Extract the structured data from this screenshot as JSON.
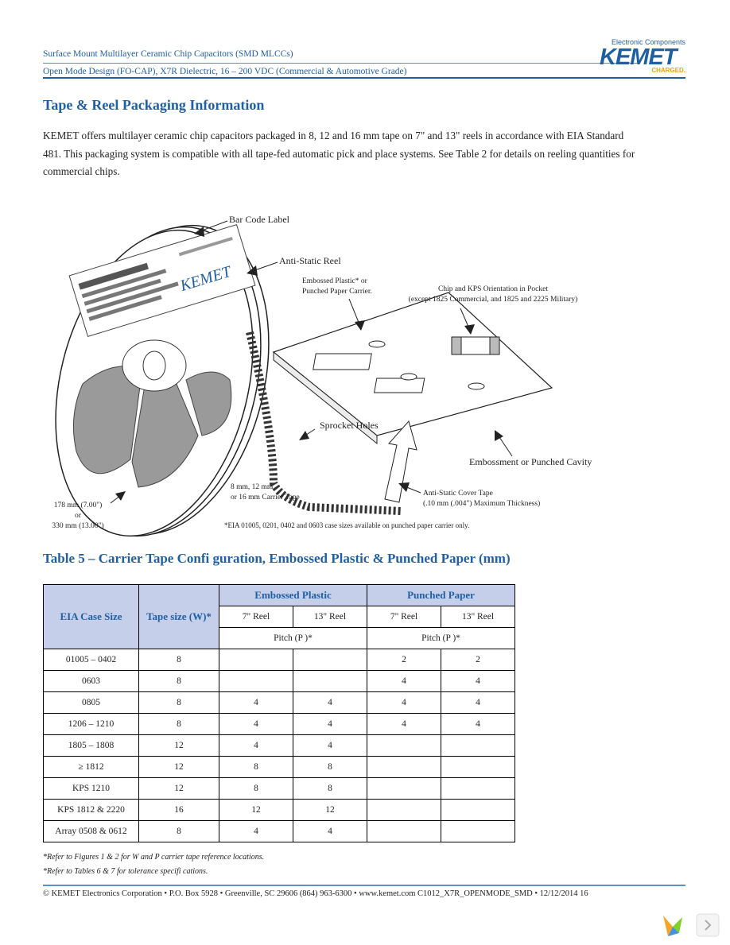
{
  "header": {
    "line1": "Surface Mount Multilayer Ceramic Chip Capacitors (SMD MLCCs)",
    "line2": "Open Mode Design (FO-CAP), X7R Dielectric, 16 – 200 VDC (Commercial & Automotive Grade)",
    "logo_tagline": "Electronic Components",
    "logo_word": "KEMET",
    "logo_charged": "CHARGED."
  },
  "section": {
    "title": "Tape & Reel Packaging Information",
    "intro": "KEMET offers multilayer ceramic chip capacitors packaged in 8, 12 and 16 mm tape on 7\" and 13\" reels in accordance with EIA Standard 481. This packaging system is compatible with all tape-fed automatic pick and place systems. See Table 2 for details on reeling quantities for commercial chips."
  },
  "figure": {
    "bar_code_label": "Bar Code Label",
    "anti_static_reel": "Anti-Static Reel",
    "embossed_carrier_1": "Embossed Plastic* or",
    "embossed_carrier_2": "Punched Paper Carrier.",
    "chip_orientation_1": "Chip and KPS Orientation in Pocket",
    "chip_orientation_2": "(except 1825 Commercial, and 1825 and 2225 Military)",
    "sprocket_holes": "Sprocket Holes",
    "embossment": "Embossment or Punched Cavity",
    "carrier_tape_1": "8 mm, 12 mm",
    "carrier_tape_2": "or 16 mm Carrier Tape",
    "cover_tape_1": "Anti-Static Cover Tape",
    "cover_tape_2": "(.10 mm (.004\") Maximum Thickness)",
    "reel_size_1": "178 mm (7.00\")",
    "reel_size_2": "or",
    "reel_size_3": "330 mm (13.00\")",
    "footnote": "*EIA 01005, 0201, 0402 and 0603 case sizes available on punched paper carrier only.",
    "reel_logo_text": "KEMET"
  },
  "table": {
    "title": "Table 5 – Carrier Tape Confi guration, Embossed Plastic & Punched Paper (mm)",
    "col_case": "EIA Case Size",
    "col_tape": "Tape size (W)*",
    "group_embossed": "Embossed Plastic",
    "group_punched": "Punched Paper",
    "reel_7": "7\" Reel",
    "reel_13": "13\" Reel",
    "pitch": "Pitch (P )*",
    "rows": [
      [
        "01005 – 0402",
        "8",
        "",
        "",
        "2",
        "2"
      ],
      [
        "0603",
        "8",
        "",
        "",
        "4",
        "4"
      ],
      [
        "0805",
        "8",
        "4",
        "4",
        "4",
        "4"
      ],
      [
        "1206 – 1210",
        "8",
        "4",
        "4",
        "4",
        "4"
      ],
      [
        "1805 – 1808",
        "12",
        "4",
        "4",
        "",
        ""
      ],
      [
        "≥ 1812",
        "12",
        "8",
        "8",
        "",
        ""
      ],
      [
        "KPS 1210",
        "12",
        "8",
        "8",
        "",
        ""
      ],
      [
        "KPS 1812 & 2220",
        "16",
        "12",
        "12",
        "",
        ""
      ],
      [
        "Array 0508 & 0612",
        "8",
        "4",
        "4",
        "",
        ""
      ]
    ],
    "note1": "*Refer to Figures 1 & 2 for W and P    carrier tape reference locations.",
    "note2": "*Refer to Tables 6 & 7 for tolerance specifi cations."
  },
  "footer": {
    "text": "© KEMET Electronics Corporation • P.O. Box 5928 • Greenville, SC 29606 (864) 963-6300 • www.kemet.com  C1012_X7R_OPENMODE_SMD • 12/12/2014 16"
  },
  "colors": {
    "brand_blue": "#1f5fa3",
    "table_header_fill": "#c5cfea",
    "charged_orange": "#f2a20c"
  }
}
